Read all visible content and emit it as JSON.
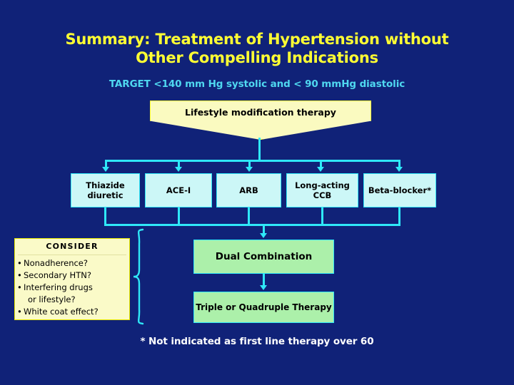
{
  "slide": {
    "background_color": "#102278",
    "title": "Summary: Treatment of Hypertension without Other Compelling Indications",
    "title_color": "#FFFF33",
    "subtitle": "TARGET <140 mm Hg systolic and < 90 mmHg diastolic",
    "subtitle_color": "#4FD8F0",
    "footnote": "* Not indicated as first line therapy over 60",
    "footnote_color": "#FFFFFF"
  },
  "lifestyle": {
    "label": "Lifestyle modification therapy",
    "fill_color": "#FAFAC0",
    "border_color": "#FFFF33"
  },
  "drug_classes": {
    "fill_color": "#CCF7F7",
    "border_color": "#2FE8F8",
    "items": [
      {
        "label": "Thiazide diuretic"
      },
      {
        "label": "ACE-I"
      },
      {
        "label": "ARB"
      },
      {
        "label": "Long-acting CCB"
      },
      {
        "label": "Beta-blocker*"
      }
    ]
  },
  "consider": {
    "title": "CONSIDER",
    "fill_color": "#FAFAC8",
    "border_color": "#E8E800",
    "items": [
      "Nonadherence?",
      "Secondary HTN?",
      "Interfering drugs",
      "or lifestyle?",
      "White coat effect?"
    ],
    "bullet": "•"
  },
  "combination": {
    "fill_color": "#ACF0AA",
    "border_color": "#2FE8F8",
    "dual": "Dual Combination",
    "triple": "Triple or Quadruple Therapy"
  },
  "connectors": {
    "color": "#2FE8F8"
  }
}
